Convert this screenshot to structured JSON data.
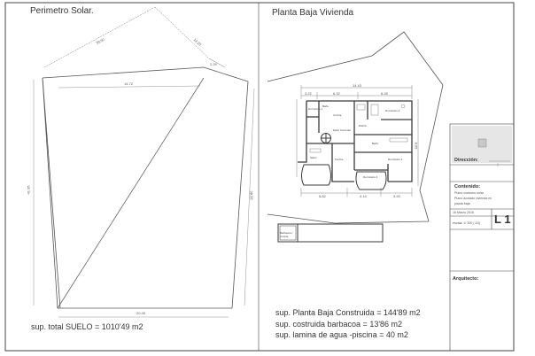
{
  "titles": {
    "perimetro": "Perimetro Solar.",
    "planta": "Planta Baja Vivienda"
  },
  "perimeter_dims": {
    "top_diagonal": "39.50",
    "top_right_small": "12.25",
    "top_right_short": "2.29",
    "inner_top": "14.72",
    "left": "41.35",
    "right": "38.58",
    "bottom": "20.45"
  },
  "plan_dims": {
    "total_width": "14.43",
    "top_left": "3.22",
    "top_mid": "6.32",
    "top_right": "6.28",
    "right_depth": "8.05",
    "bottom_left": "5.82",
    "bottom_mid": "4.14",
    "bottom_right": "3.93"
  },
  "rooms": [
    "Dormitorio 1",
    "Baño",
    "Cocina",
    "Estar Comedor",
    "Dormitorio 2",
    "Distrib.",
    "Baño",
    "Dormitorio 3",
    "Salón",
    "Porche",
    "Dormitorio 4"
  ],
  "annex": {
    "room1": "Barbacoa / Cocina"
  },
  "totals": {
    "suelo": "sup. total SUELO = 1010'49 m2",
    "construida": "sup. Planta Baja Construida = 144'89 m2",
    "barbacoa": "sup. costruida barbacoa = 13'86 m2",
    "piscina": "sup. lamina de agua -piscina = 40 m2"
  },
  "title_block": {
    "direccion": "Dirección:",
    "contenido": "Contenido:",
    "contenido_lines": [
      "Plano contorno solar",
      "Plano acotado vivienda en",
      "planta baja"
    ],
    "fecha": "16 Marzo 2016",
    "escala": "escala: 1/ 300 ( A3)",
    "lamina": "L 1",
    "arquitecto": "Arquitecto:"
  }
}
